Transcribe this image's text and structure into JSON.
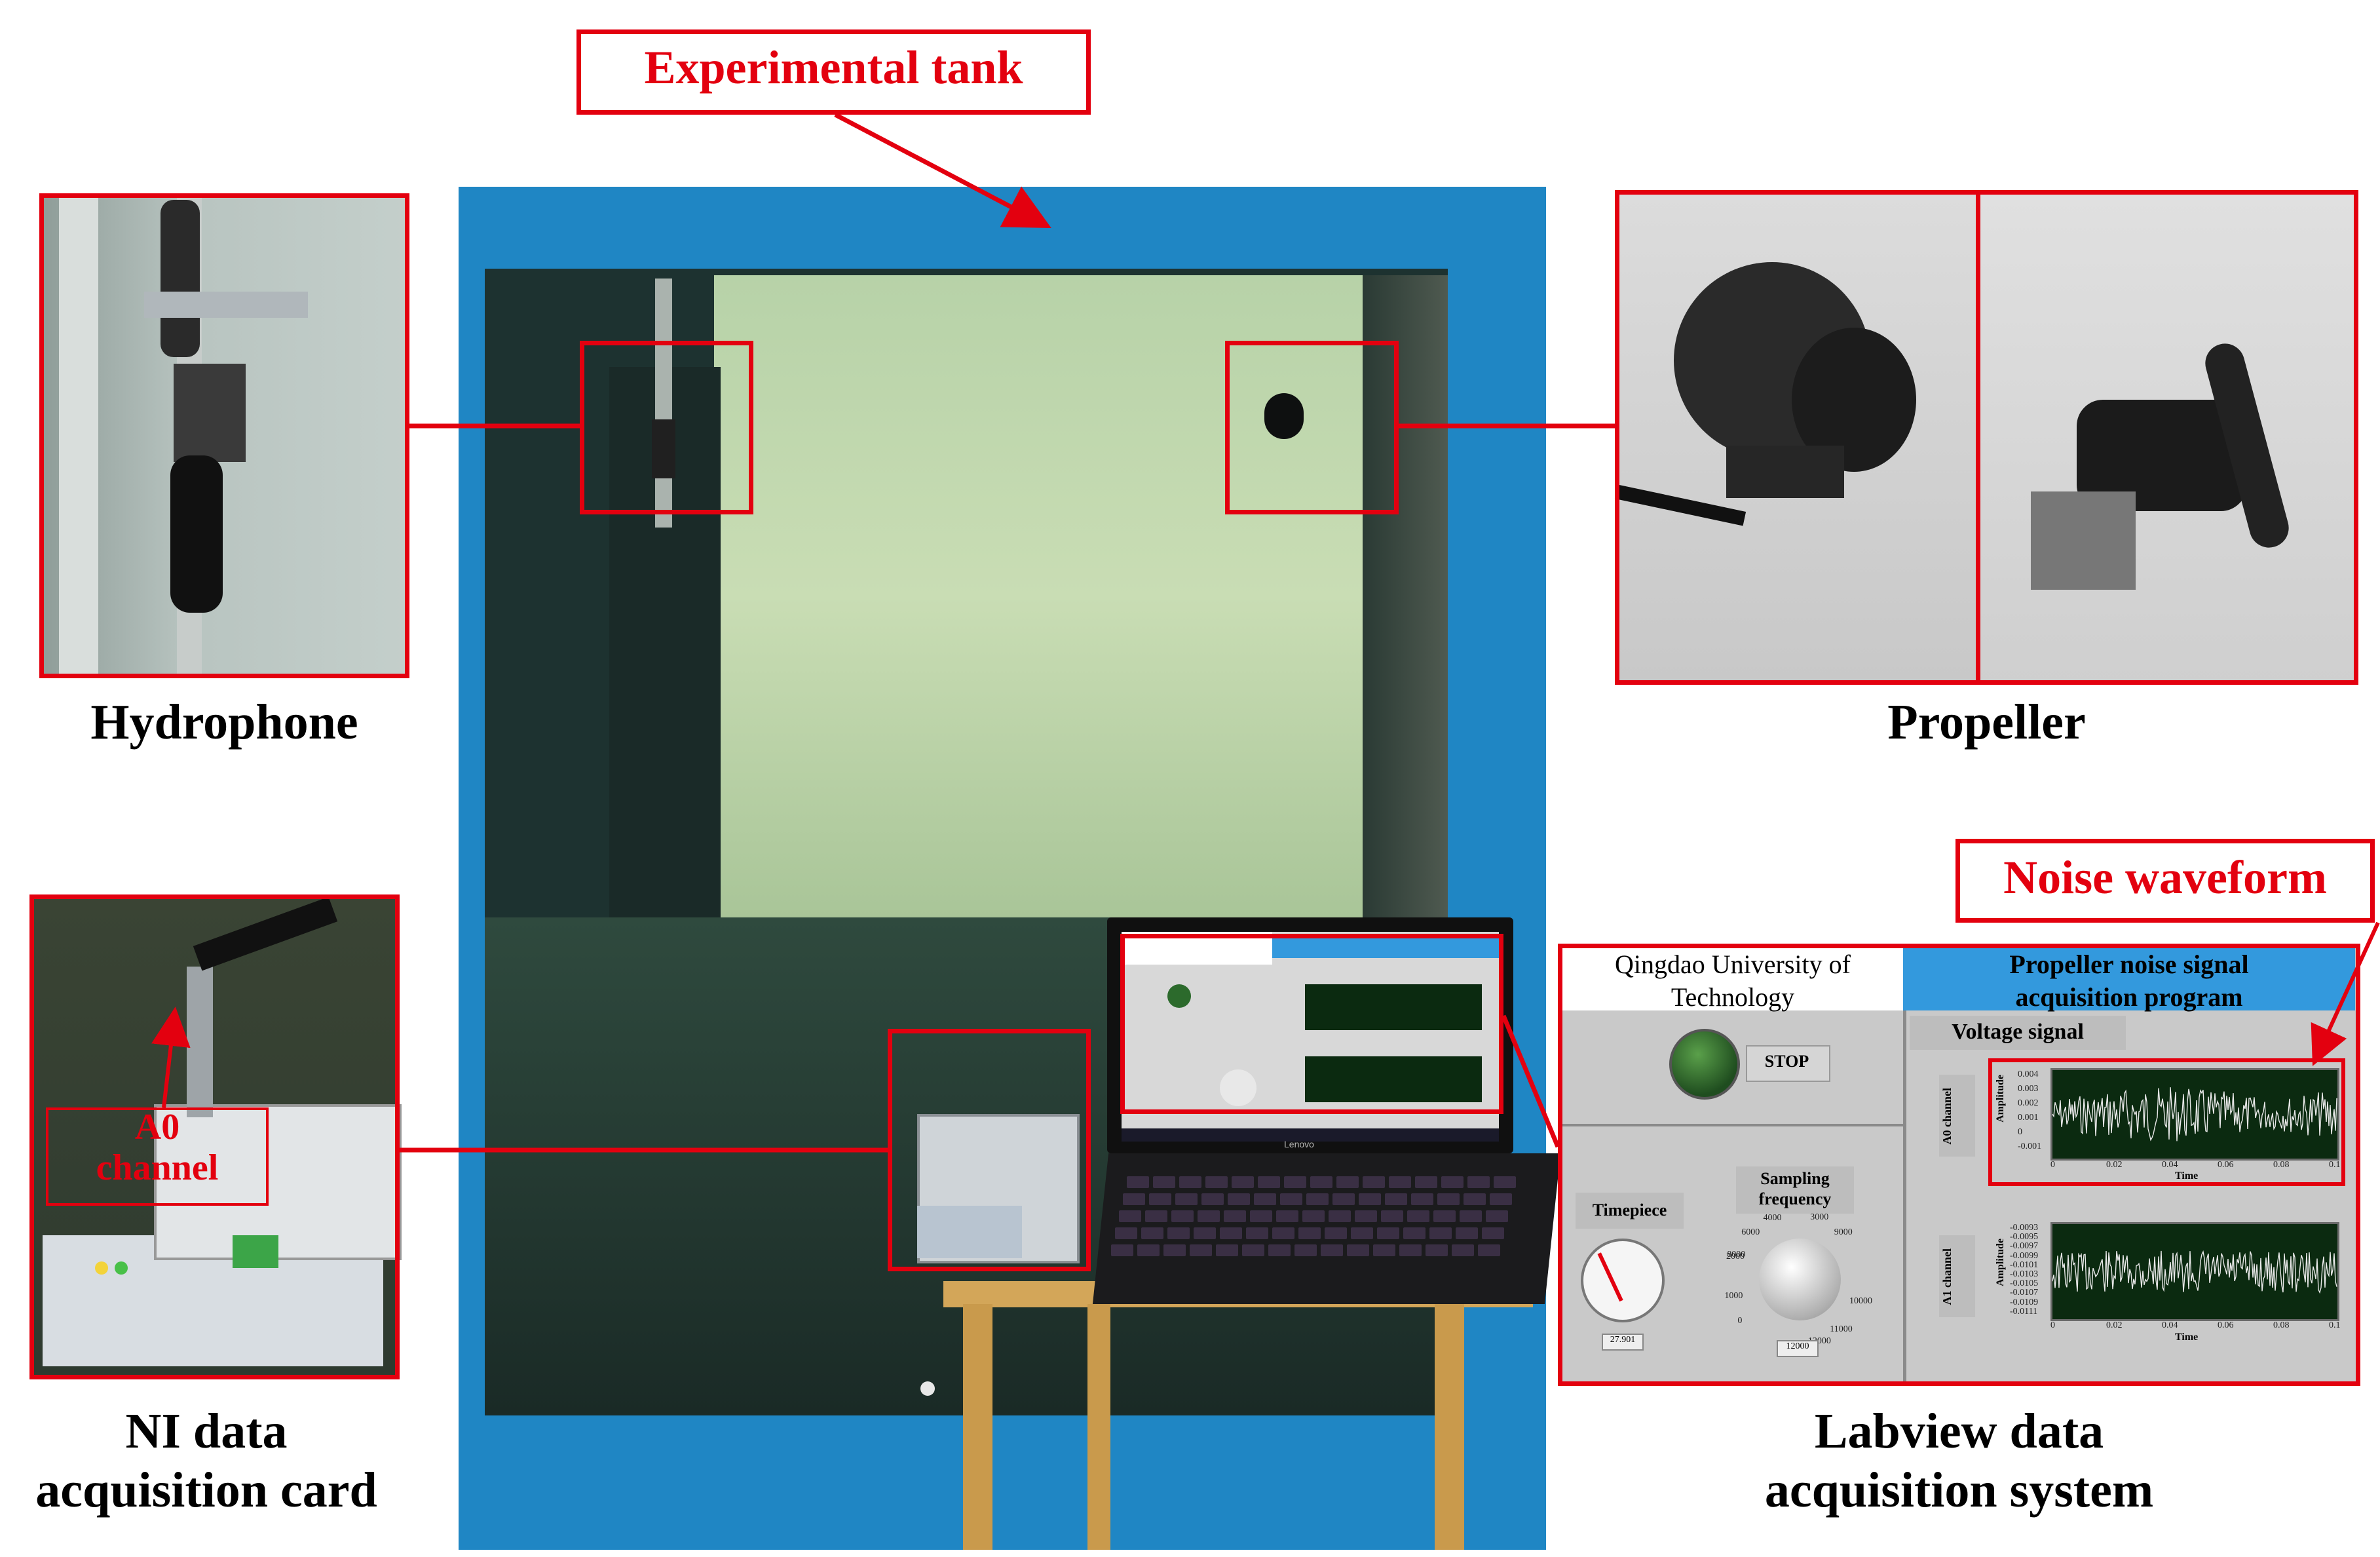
{
  "labels": {
    "experimental_tank": "Experimental tank",
    "hydrophone": "Hydrophone",
    "propeller": "Propeller",
    "noise_waveform": "Noise waveform",
    "ni_card_line1": "NI data",
    "ni_card_line2": "acquisition card",
    "labview_line1": "Labview data",
    "labview_line2": "acquisition system",
    "a0_line1": "A0",
    "a0_line2": "channel"
  },
  "labview": {
    "university_line1": "Qingdao University of",
    "university_line2": "Technology",
    "program_line1": "Propeller noise signal",
    "program_line2": "acquisition program",
    "stop_label": "STOP",
    "voltage_signal": "Voltage signal",
    "timepiece": "Timepiece",
    "sampling_line1": "Sampling",
    "sampling_line2": "frequency",
    "sampling_value": "12000",
    "timepiece_value": "27.901",
    "a0_channel_line1": "A0",
    "a0_channel_line2": "channel",
    "a1_channel_line1": "A1",
    "a1_channel_line2": "channel",
    "amplitude": "Amplitude",
    "time": "Time",
    "knob_ticks": [
      "4000",
      "6000",
      "8000",
      "3000",
      "9000",
      "2000",
      "10000",
      "1000",
      "11000",
      "0",
      "12000"
    ],
    "chart1_yticks": [
      "0.004",
      "0.003",
      "0.002",
      "0.001",
      "0",
      "-0.001"
    ],
    "chart2_yticks": [
      "-0.0093",
      "-0.0095",
      "-0.0097",
      "-0.0099",
      "-0.0101",
      "-0.0103",
      "-0.0105",
      "-0.0107",
      "-0.0109",
      "-0.0111"
    ],
    "xticks": [
      "0",
      "0.02",
      "0.04",
      "0.06",
      "0.08",
      "0.1"
    ]
  },
  "laptop": {
    "brand": "Lenovo"
  },
  "colors": {
    "annotation_red": "#e3000f",
    "tank_blue": "#1f86c4",
    "labview_header_blue": "#3399dd"
  }
}
